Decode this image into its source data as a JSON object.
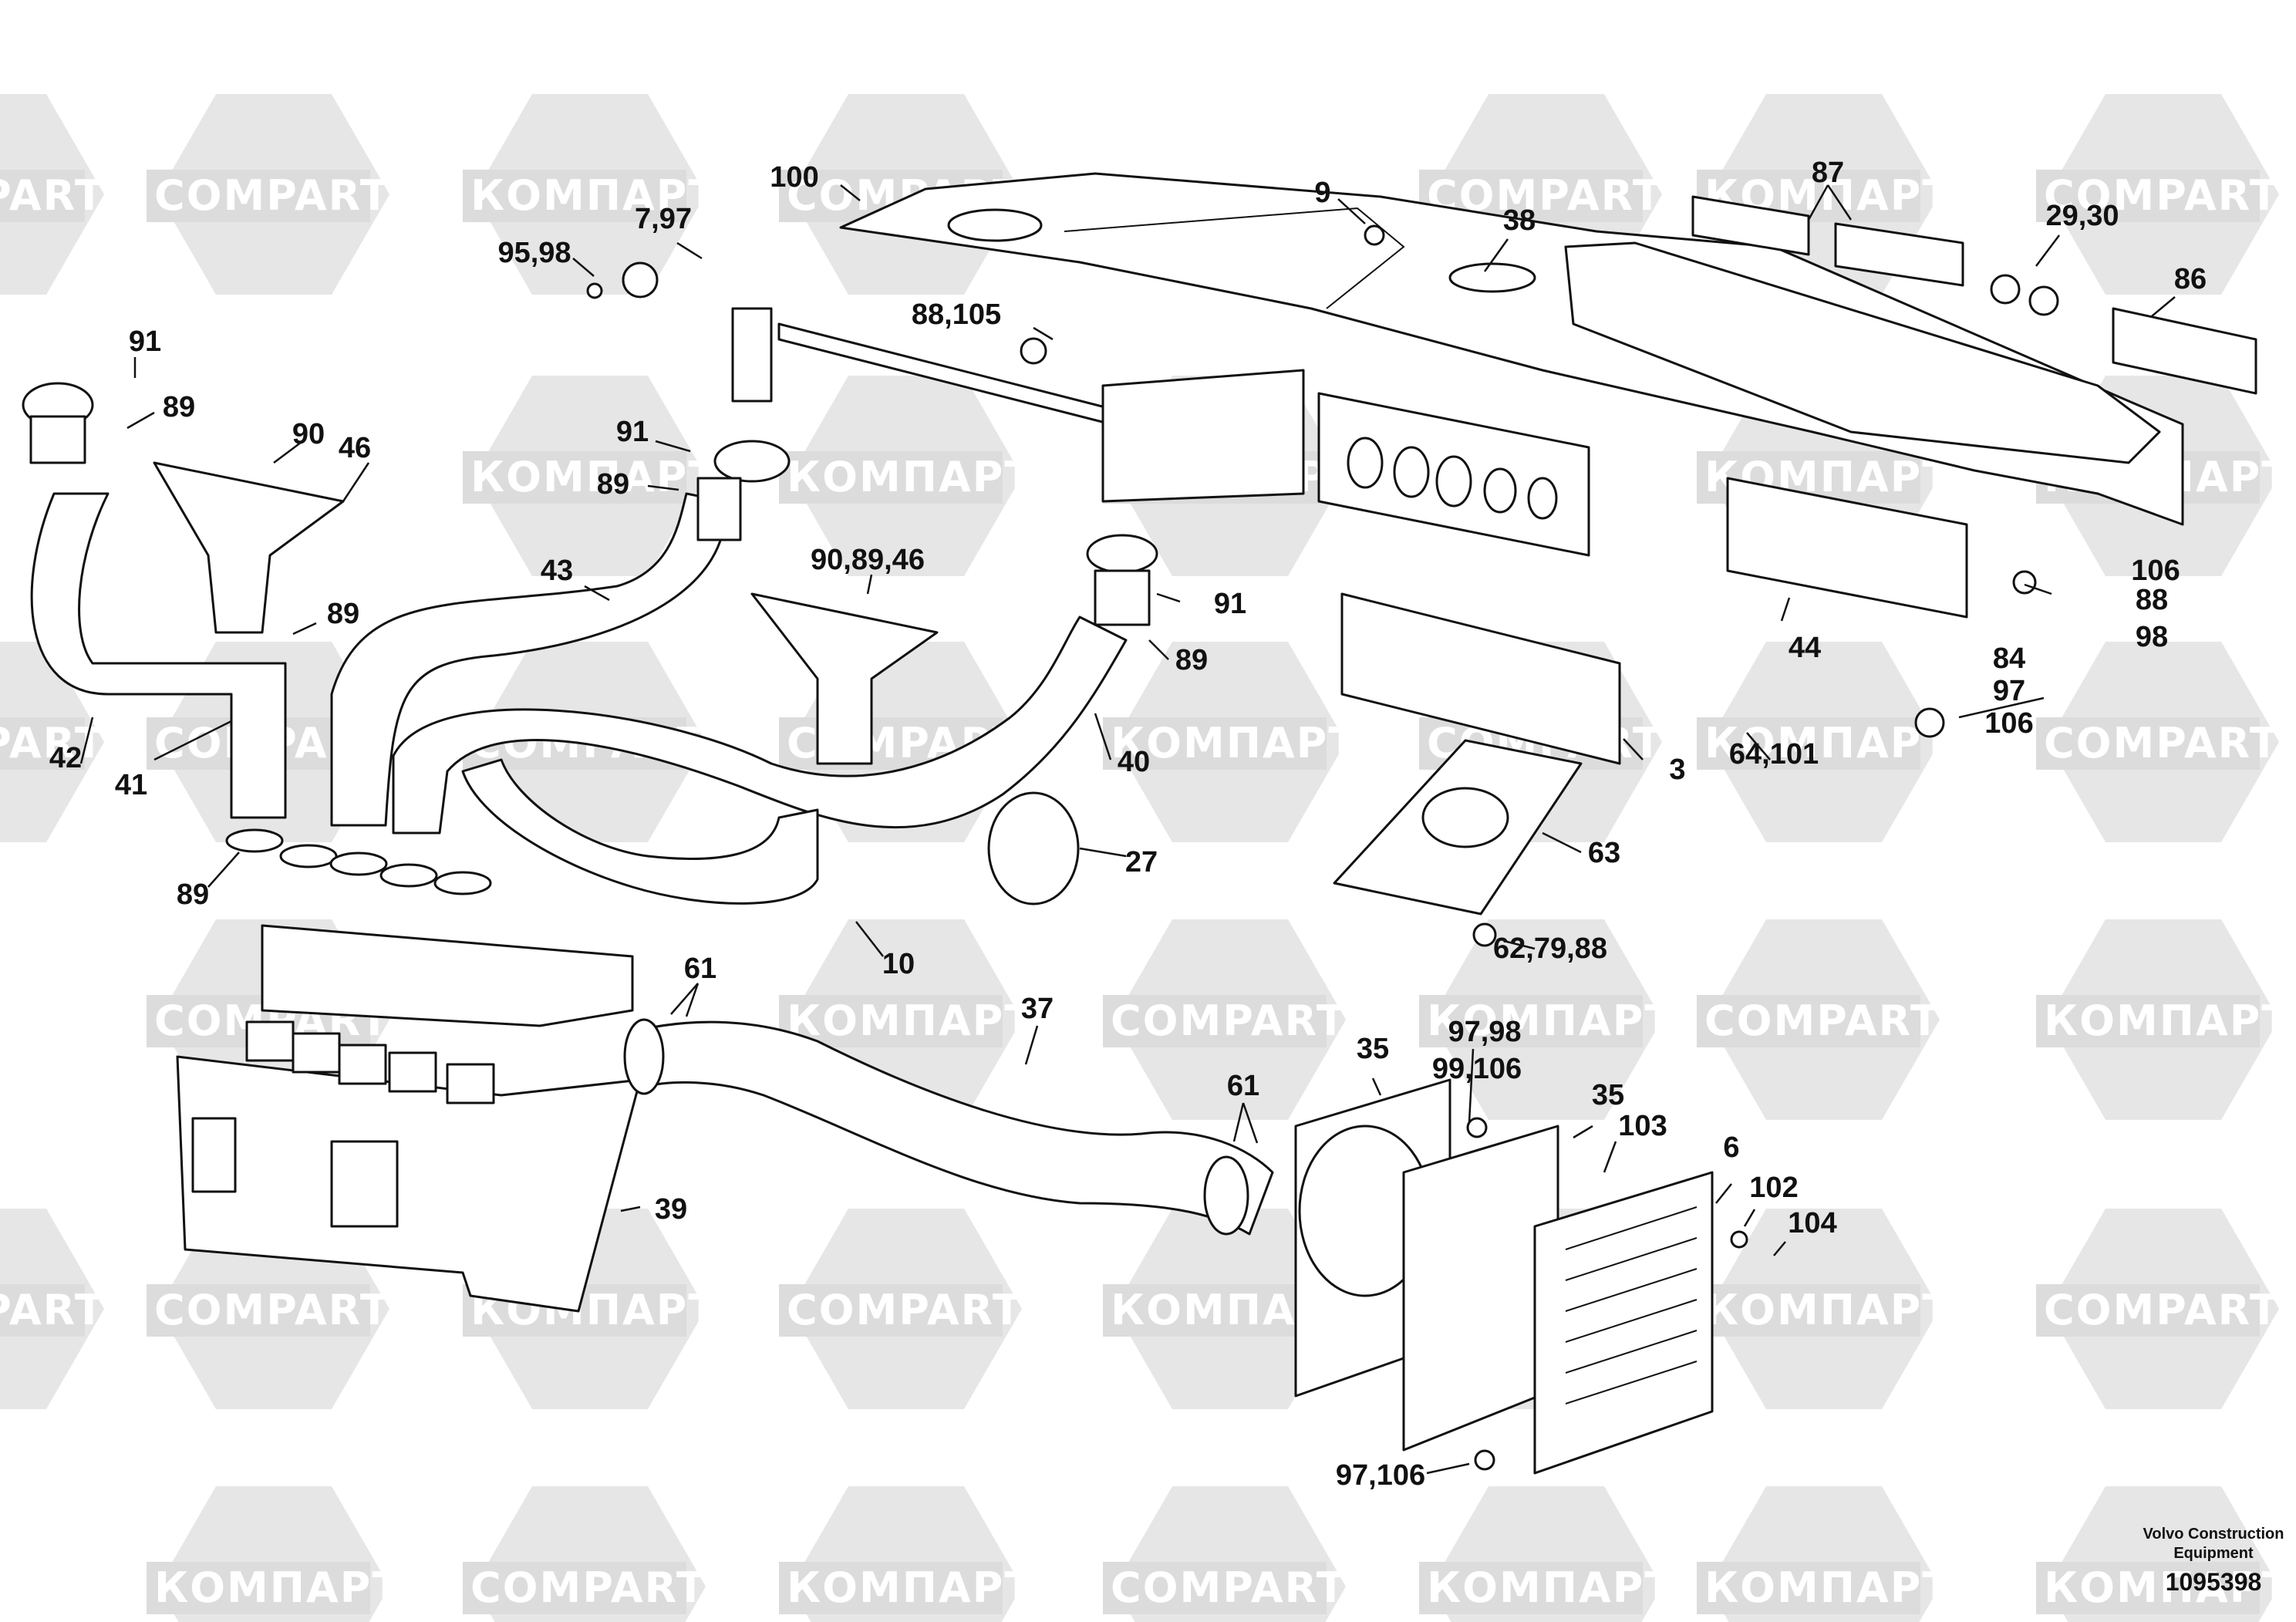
{
  "watermarks": [
    "COMPART",
    "КОМПАРТ"
  ],
  "labels": [
    "100",
    "9",
    "38",
    "87",
    "29,30",
    "86",
    "7,97",
    "95,98",
    "88,105",
    "91",
    "89",
    "90",
    "46",
    "91",
    "89",
    "43",
    "90,89,46",
    "91",
    "89",
    "89",
    "42",
    "41",
    "40",
    "44",
    "106",
    "88",
    "98",
    "84",
    "97",
    "106",
    "3",
    "64,101",
    "27",
    "63",
    "89",
    "10",
    "62,79,88",
    "61",
    "37",
    "97,98",
    "99,106",
    "35",
    "35",
    "61",
    "103",
    "6",
    "102",
    "104",
    "39",
    "97,106"
  ],
  "footer": {
    "company_line1": "Volvo Construction",
    "company_line2": "Equipment",
    "drawing_number": "1095398"
  }
}
